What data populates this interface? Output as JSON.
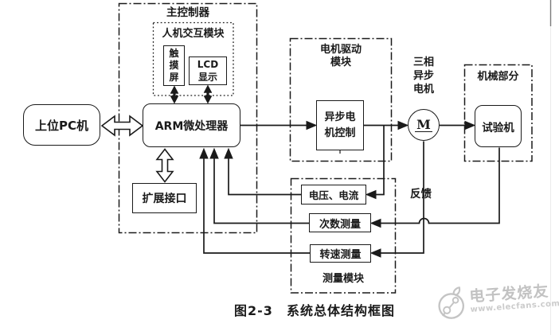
{
  "diagram": {
    "figure_caption": "图2-3　系统总体结构框图",
    "groups": {
      "main_controller": {
        "label": "主控制器"
      },
      "hmi": {
        "label": "人机交互模块"
      },
      "motor_drive": {
        "label_line1": "电机驱动",
        "label_line2": "模块"
      },
      "mechanical": {
        "label": "机械部分"
      },
      "measurement": {
        "label": "测量模块"
      }
    },
    "nodes": {
      "host_pc": {
        "label": "上位PC机"
      },
      "arm": {
        "label": "ARM微处理器"
      },
      "touch_screen": {
        "line1": "触",
        "line2": "摸",
        "line3": "屏"
      },
      "lcd": {
        "line1": "LCD",
        "line2": "显示"
      },
      "ext_interface": {
        "label": "扩展接口"
      },
      "motor_control": {
        "line1": "异步电",
        "line2": "机控制"
      },
      "motor": {
        "label": "M"
      },
      "motor_caption": {
        "line1": "三相",
        "line2": "异步",
        "line3": "电机"
      },
      "test_machine": {
        "label": "试验机"
      },
      "voltage_current": {
        "label": "电压、电流"
      },
      "count_measure": {
        "label": "次数测量"
      },
      "speed_measure": {
        "label": "转速测量"
      }
    },
    "annotations": {
      "feedback": "反馈"
    },
    "watermark": {
      "brand": "电子发烧友",
      "url": "www.elecfans.com",
      "color": "#c4c4c4"
    },
    "colors": {
      "line": "#1a1a1a",
      "background": "#ffffff"
    }
  }
}
